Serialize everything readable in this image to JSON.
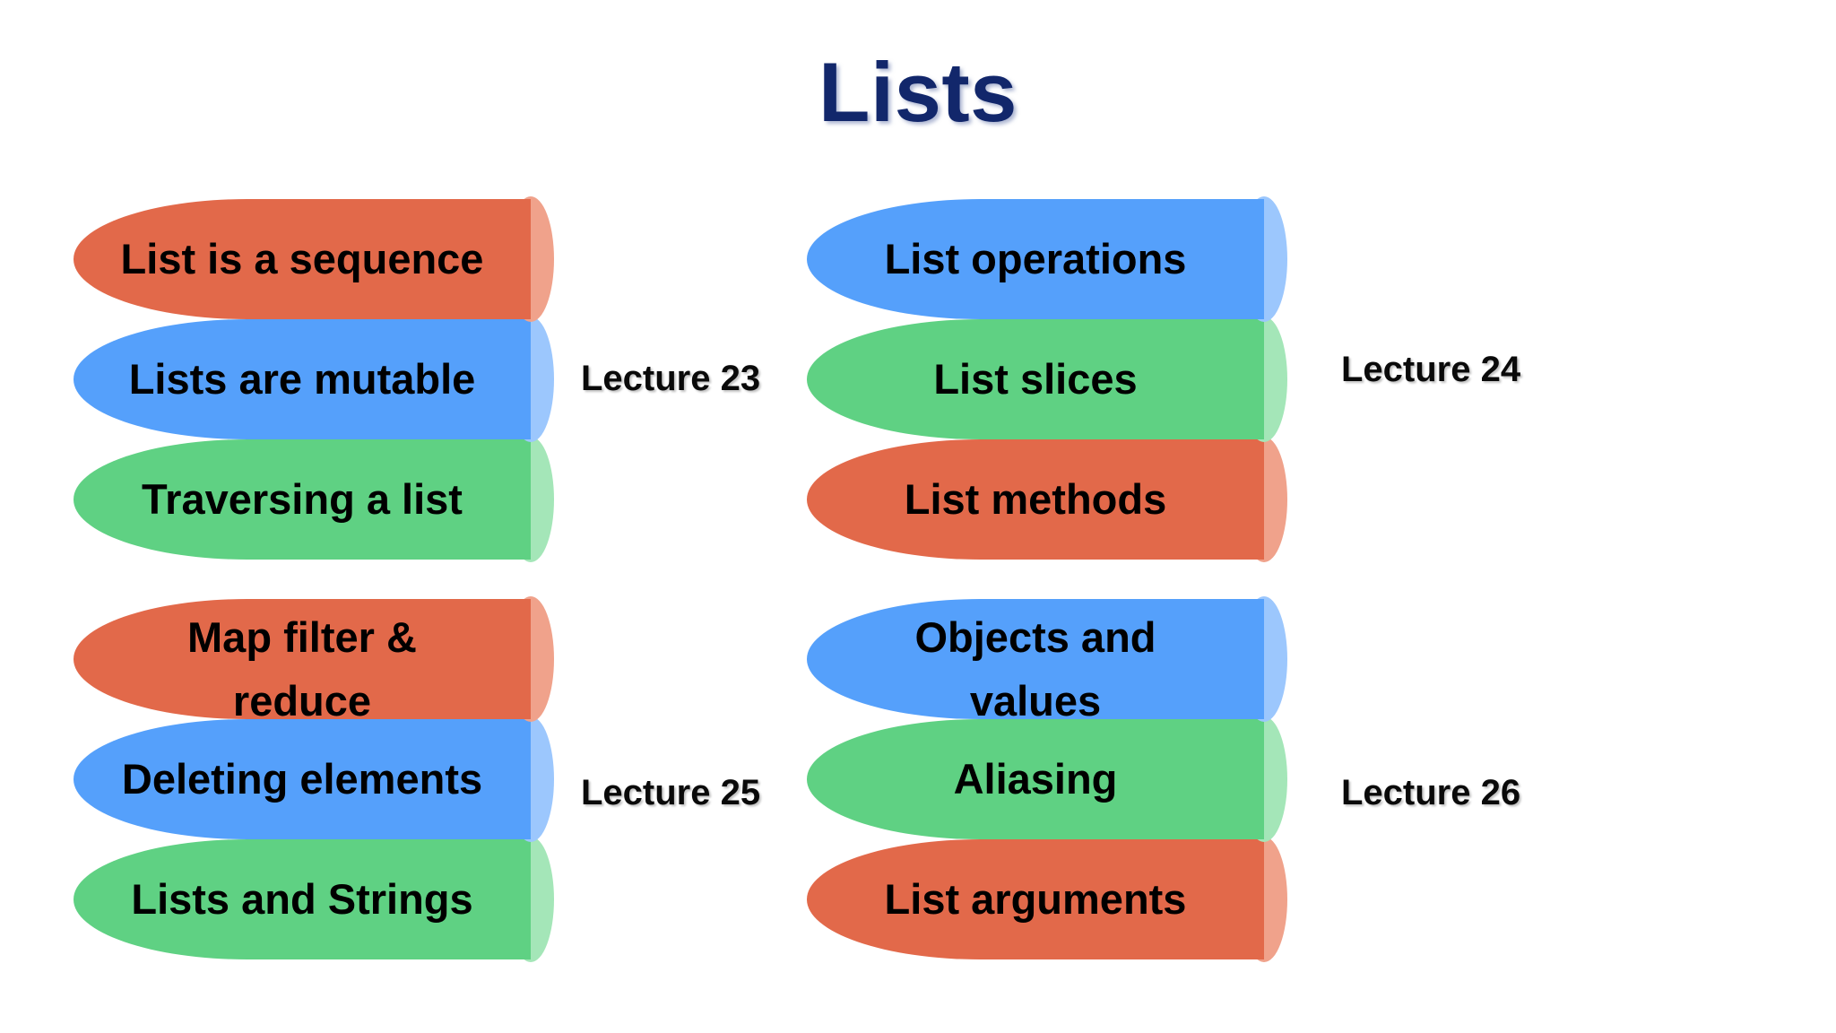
{
  "slide": {
    "title": "Lists",
    "title_color": "#12276B",
    "background": "#ffffff"
  },
  "palette": {
    "red": "#E2694A",
    "red_cap": "#F0A28B",
    "blue": "#55A0FB",
    "blue_cap": "#9CC7FD",
    "green": "#5FD183",
    "green_cap": "#A4E6B8",
    "text": "#000000"
  },
  "groups": [
    {
      "id": "group-lecture-23",
      "lecture_label": "Lecture 23",
      "items": [
        {
          "label": "List is a sequence",
          "color": "red",
          "wrap": false
        },
        {
          "label": "Lists are mutable",
          "color": "blue",
          "wrap": false
        },
        {
          "label": "Traversing a list",
          "color": "green",
          "wrap": false
        }
      ]
    },
    {
      "id": "group-lecture-24",
      "lecture_label": "Lecture 24",
      "items": [
        {
          "label": "List operations",
          "color": "blue",
          "wrap": false
        },
        {
          "label": "List slices",
          "color": "green",
          "wrap": false
        },
        {
          "label": "List methods",
          "color": "red",
          "wrap": false
        }
      ]
    },
    {
      "id": "group-lecture-25",
      "lecture_label": "Lecture 25",
      "items": [
        {
          "label": "Map filter & reduce",
          "color": "red",
          "wrap": true
        },
        {
          "label": "Deleting elements",
          "color": "blue",
          "wrap": false
        },
        {
          "label": "Lists and Strings",
          "color": "green",
          "wrap": false
        }
      ]
    },
    {
      "id": "group-lecture-26",
      "lecture_label": "Lecture 26",
      "items": [
        {
          "label": "Objects and values",
          "color": "blue",
          "wrap": true
        },
        {
          "label": "Aliasing",
          "color": "green",
          "wrap": false
        },
        {
          "label": "List arguments",
          "color": "red",
          "wrap": false
        }
      ]
    }
  ]
}
